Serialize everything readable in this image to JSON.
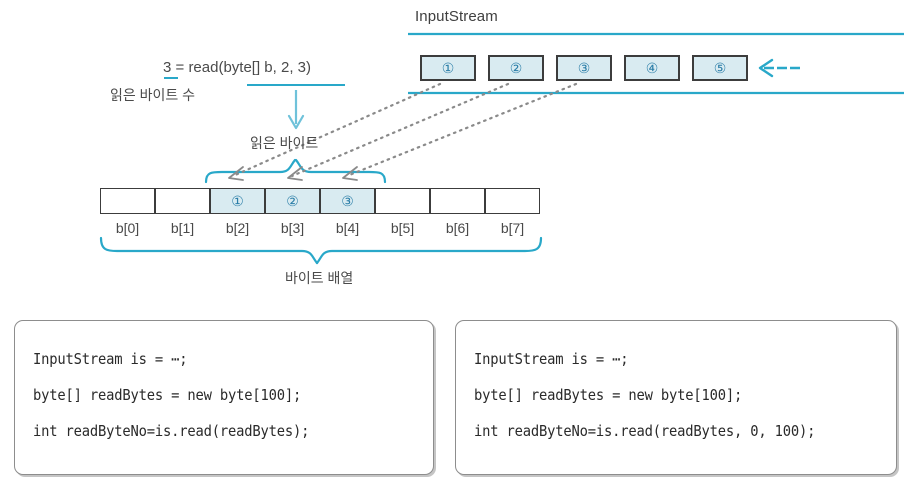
{
  "diagram": {
    "title": "InputStream read(byte[] b, off, len) diagram",
    "stream": {
      "label": "InputStream",
      "elements": [
        {
          "marker": "①"
        },
        {
          "marker": "②"
        },
        {
          "marker": "③"
        },
        {
          "marker": "④"
        },
        {
          "marker": "⑤"
        }
      ],
      "flow_arrow": "left-arrow"
    },
    "expression": {
      "return_value": "3",
      "text": " = read(byte[] b, 2, 3)",
      "full": "3 = read(byte[] b, 2, 3)"
    },
    "labels": {
      "bytes_read_count": "읽은 바이트 수",
      "bytes_read": "읽은 바이트",
      "byte_array": "바이트 배열"
    },
    "byte_array": {
      "cells": [
        {
          "name": "b[0]",
          "marker": "",
          "filled": false
        },
        {
          "name": "b[1]",
          "marker": "",
          "filled": false
        },
        {
          "name": "b[2]",
          "marker": "①",
          "filled": true
        },
        {
          "name": "b[3]",
          "marker": "②",
          "filled": true
        },
        {
          "name": "b[4]",
          "marker": "③",
          "filled": true
        },
        {
          "name": "b[5]",
          "marker": "",
          "filled": false
        },
        {
          "name": "b[6]",
          "marker": "",
          "filled": false
        },
        {
          "name": "b[7]",
          "marker": "",
          "filled": false
        }
      ]
    },
    "code_examples": [
      {
        "id": "read-all",
        "lines": [
          "InputStream is = ⋯;",
          "byte[] readBytes = new byte[100];",
          "int readByteNo=is.read(readBytes);"
        ]
      },
      {
        "id": "read-offset-len",
        "lines": [
          "InputStream is = ⋯;",
          "byte[] readBytes = new byte[100];",
          "int readByteNo=is.read(readBytes, 0, 100);"
        ]
      }
    ],
    "colors": {
      "accent_cyan": "#29a8c9",
      "fill_light_cyan": "#d9ebf1",
      "border_dark": "#3c3c3c",
      "text_gray": "#4a4a4a",
      "dotted_gray": "#8a8a8a",
      "code_border": "#8d8d8d"
    }
  }
}
